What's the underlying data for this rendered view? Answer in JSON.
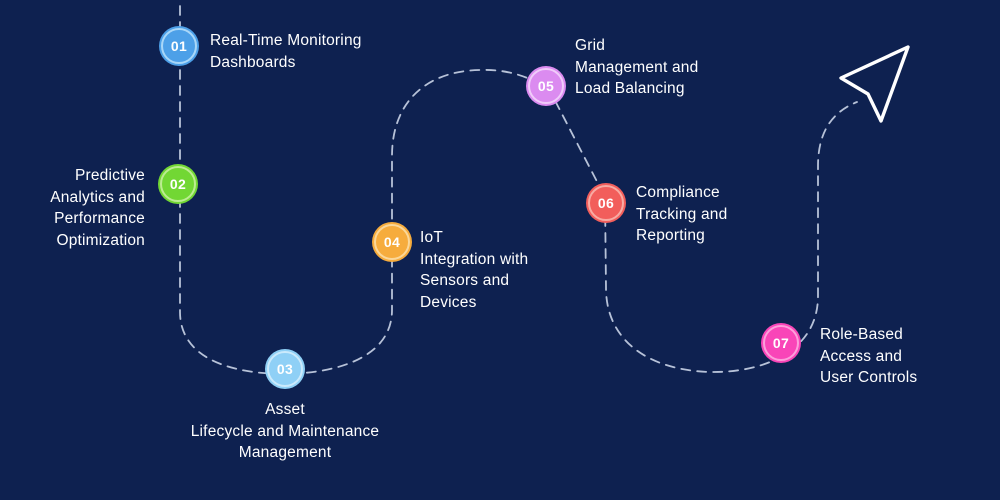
{
  "colors": {
    "background": "#0E2150",
    "path": "#B7C2D8",
    "arrow": "#FFFFFF",
    "text": "#FFFFFF"
  },
  "icons": {
    "arrow_icon": "paper-plane-arrow"
  },
  "steps": [
    {
      "number": "01",
      "title": "Real-Time Monitoring\nDashboards",
      "color": "#4DA0E8",
      "ring_color": "#A9D7F8"
    },
    {
      "number": "02",
      "title": "Predictive\nAnalytics and\nPerformance\nOptimization",
      "color": "#72D734",
      "ring_color": "#BCEC92"
    },
    {
      "number": "03",
      "title": "Asset\nLifecycle and Maintenance\nManagement",
      "color": "#8FD0F6",
      "ring_color": "#CBEAFC"
    },
    {
      "number": "04",
      "title": "IoT\nIntegration with\nSensors and\nDevices",
      "color": "#F6AC3D",
      "ring_color": "#FAD799"
    },
    {
      "number": "05",
      "title": "Grid\nManagement and\nLoad Balancing",
      "color": "#DB8BF0",
      "ring_color": "#F0CBFA"
    },
    {
      "number": "06",
      "title": "Compliance\nTracking and\nReporting",
      "color": "#F25E5B",
      "ring_color": "#F8ABA3"
    },
    {
      "number": "07",
      "title": "Role-Based\nAccess and\nUser Controls",
      "color": "#F945B8",
      "ring_color": "#FC9FDB"
    }
  ]
}
